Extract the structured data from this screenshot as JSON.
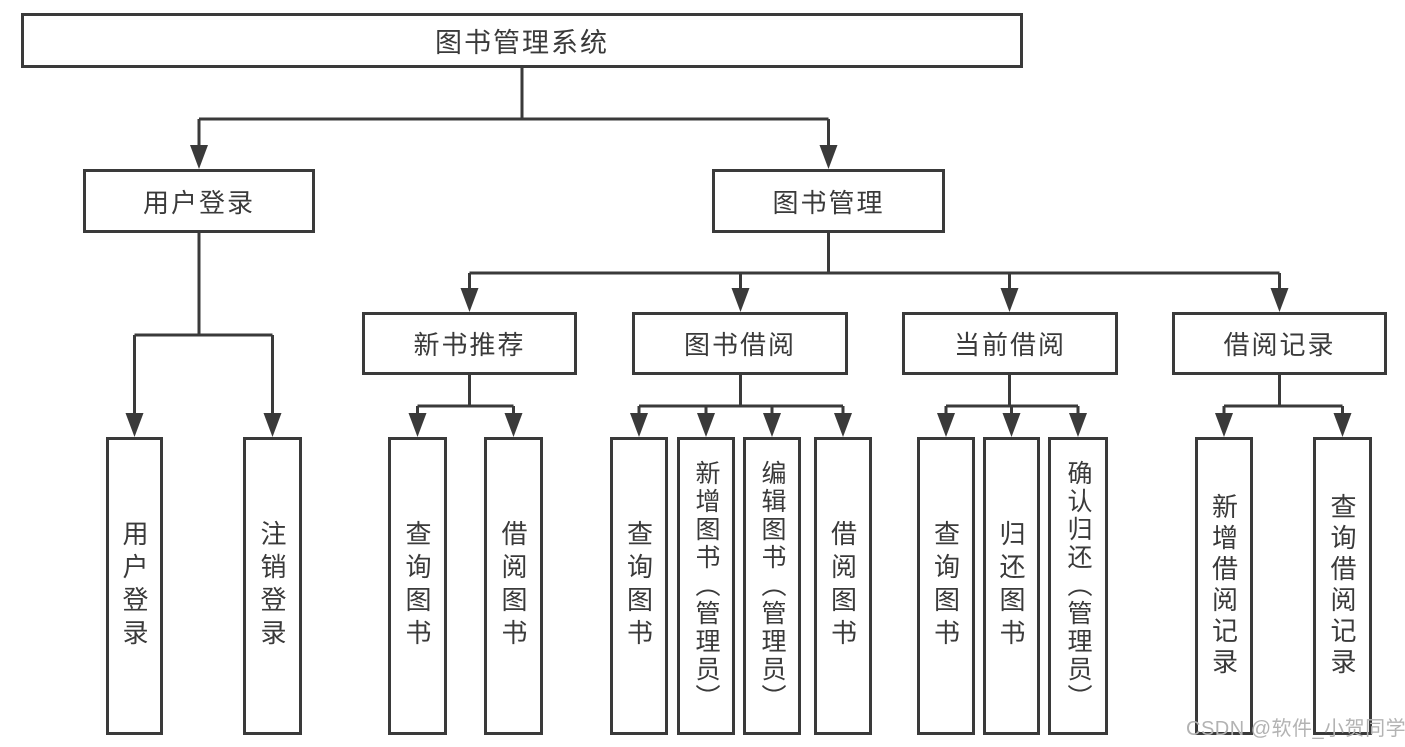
{
  "diagram": {
    "type": "hierarchy-tree",
    "line_color": "#3a3a3a",
    "background": "#ffffff"
  },
  "tree": {
    "label": "图书管理系统",
    "children": [
      {
        "label": "用户登录",
        "children": [
          {
            "label": "用户登录"
          },
          {
            "label": "注销登录"
          }
        ]
      },
      {
        "label": "图书管理",
        "children": [
          {
            "label": "新书推荐",
            "children": [
              {
                "label": "查询图书"
              },
              {
                "label": "借阅图书"
              }
            ]
          },
          {
            "label": "图书借阅",
            "children": [
              {
                "label": "查询图书"
              },
              {
                "label": "新增图书（管理员）"
              },
              {
                "label": "编辑图书（管理员）"
              },
              {
                "label": "借阅图书"
              }
            ]
          },
          {
            "label": "当前借阅",
            "children": [
              {
                "label": "查询图书"
              },
              {
                "label": "归还图书"
              },
              {
                "label": "确认归还（管理员）"
              }
            ]
          },
          {
            "label": "借阅记录",
            "children": [
              {
                "label": "新增借阅记录"
              },
              {
                "label": "查询借阅记录"
              }
            ]
          }
        ]
      }
    ]
  },
  "watermark": {
    "text": "CSDN @软件_小贺同学",
    "color": "#b3b3b3"
  }
}
